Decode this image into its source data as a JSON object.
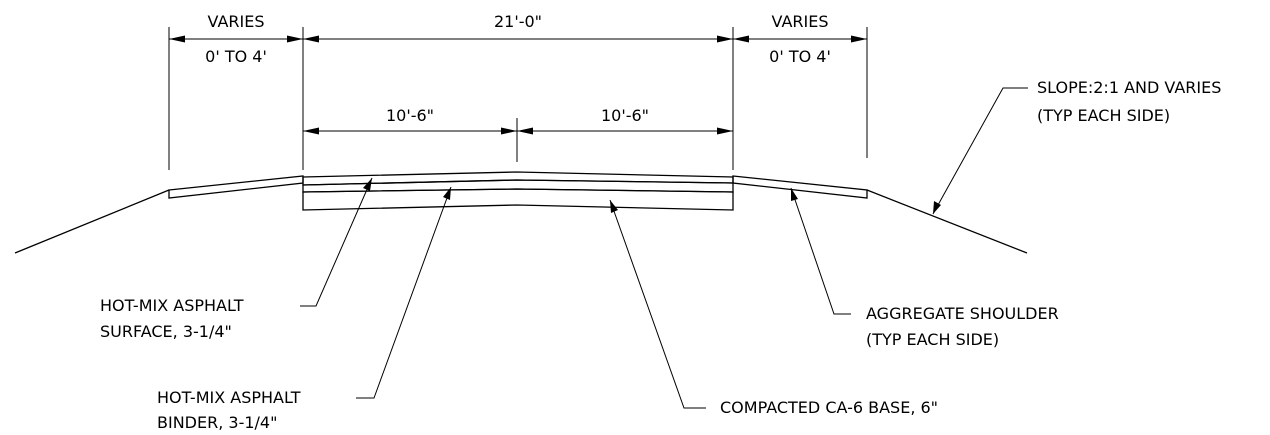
{
  "dimensions": {
    "left_shoulder": {
      "top": "VARIES",
      "bottom": "0' TO 4'"
    },
    "pavement_total": "21'-0\"",
    "right_shoulder": {
      "top": "VARIES",
      "bottom": "0' TO 4'"
    },
    "left_lane": "10'-6\"",
    "right_lane": "10'-6\""
  },
  "callouts": {
    "slope": {
      "line1": "SLOPE:2:1 AND VARIES",
      "line2": "(TYP EACH SIDE)"
    },
    "surface": {
      "line1": "HOT-MIX ASPHALT",
      "line2": "SURFACE, 3-1/4\""
    },
    "binder": {
      "line1": "HOT-MIX ASPHALT",
      "line2": "BINDER, 3-1/4\""
    },
    "base": {
      "line1": "COMPACTED CA-6 BASE, 6\""
    },
    "shoulder": {
      "line1": "AGGREGATE SHOULDER",
      "line2": "(TYP EACH SIDE)"
    }
  }
}
